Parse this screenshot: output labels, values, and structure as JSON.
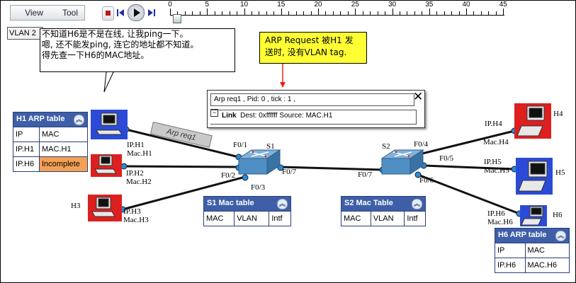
{
  "toolbar": {
    "view_label": "View",
    "tool_label": "Tool",
    "timeline_ticks": [
      "0",
      "5",
      "10",
      "15",
      "20",
      "25",
      "30",
      "35",
      "40",
      "45"
    ]
  },
  "vlan_label": "VLAN 2",
  "speech_bubble": {
    "line1": "不知道H6是不是在线, 让我ping一下。",
    "line2": "嗯, 还不能发ping, 连它的地址都不知道。",
    "line3": "得先查一下H6的MAC地址。"
  },
  "note": {
    "line1": "ARP Request 被H1 发",
    "line2": "送时, 没有VLAN tag."
  },
  "packet_panel": {
    "summary": "Arp req1  , Pid: 0 , tick : 1 ,",
    "link_label": "Link",
    "link_detail": "Dest: 0xffffff  Source: MAC.H1"
  },
  "packet_flag": "Arp req1",
  "h1_arp_table": {
    "title": "H1 ARP table",
    "headers": [
      "IP",
      "MAC"
    ],
    "rows": [
      [
        "IP.H1",
        "MAC.H1"
      ],
      [
        "IP.H6",
        "Incomplete"
      ]
    ]
  },
  "h6_arp_table": {
    "title": "H6 ARP table",
    "headers": [
      "IP",
      "MAC"
    ],
    "rows": [
      [
        "IP.H6",
        "MAC.H6"
      ]
    ]
  },
  "s1_mac_table": {
    "title": "S1 Mac table",
    "headers": [
      "MAC",
      "VLAN",
      "Intf"
    ]
  },
  "s2_mac_table": {
    "title": "S2 Mac Table",
    "headers": [
      "MAC",
      "VLAN",
      "Intf"
    ]
  },
  "hosts": {
    "h1": {
      "ip": "IP.H1",
      "mac": "Mac.H1"
    },
    "h2": {
      "ip": "IP.H2",
      "mac": "Mac.H2"
    },
    "h3": {
      "name": "H3",
      "ip": "IP.H3",
      "mac": "Mac.H3"
    },
    "h4": {
      "name": "H4",
      "ip": "IP.H4",
      "mac": "Mac.H4"
    },
    "h5": {
      "name": "H5",
      "ip": "IP.H5",
      "mac": "Mac.H5"
    },
    "h6": {
      "name": "H6",
      "ip": "IP.H6",
      "mac": "Mac.H6"
    }
  },
  "switches": {
    "s1": {
      "name": "S1",
      "ports": [
        "F0/1",
        "F0/2",
        "F0/3",
        "F0/7"
      ]
    },
    "s2": {
      "name": "S2",
      "ports": [
        "F0/4",
        "F0/5",
        "F0/6",
        "F0/7"
      ]
    }
  },
  "colors": {
    "table_header": "#3e5fa8",
    "incomplete": "#f4a155",
    "note_bg": "#ffff33",
    "host_bg": "#dd1f1f"
  }
}
